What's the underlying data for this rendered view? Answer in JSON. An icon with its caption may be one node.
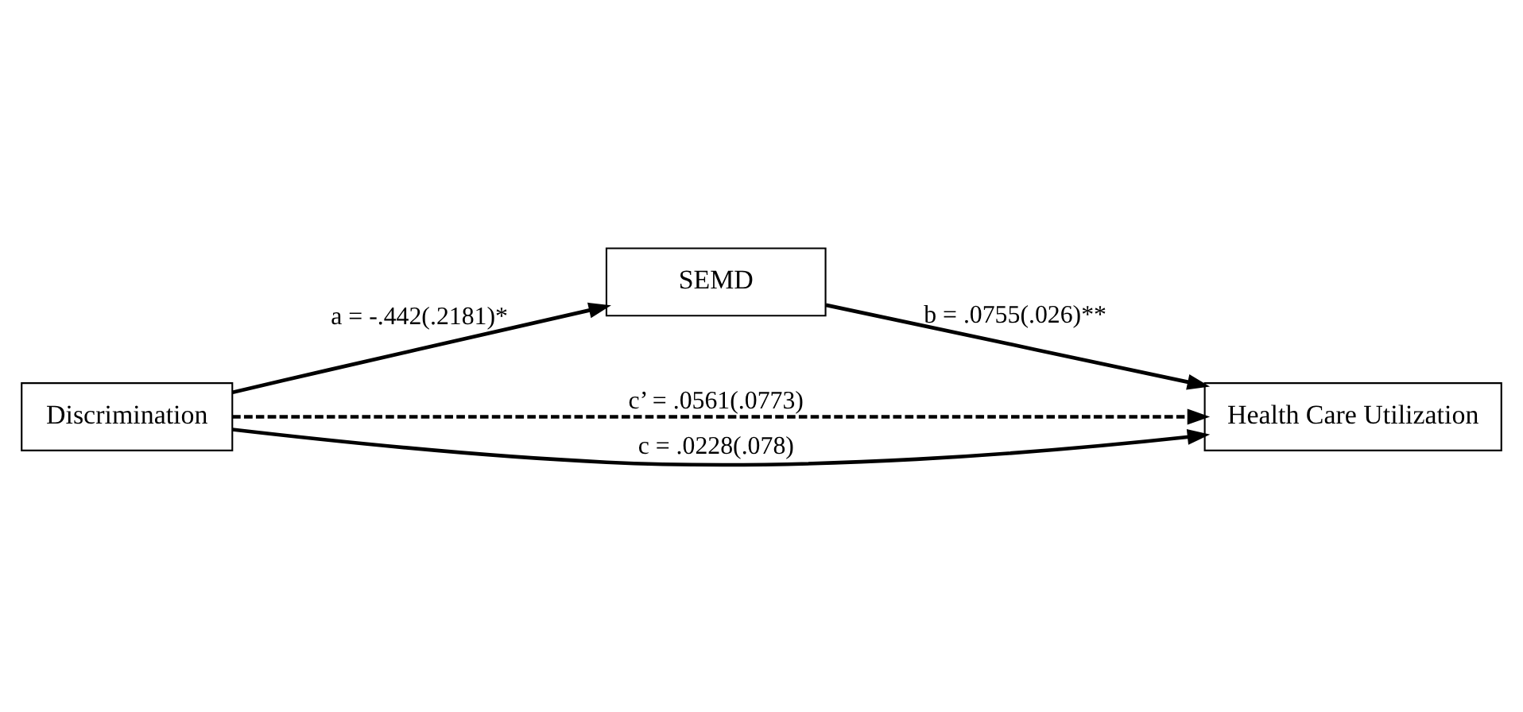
{
  "diagram": {
    "nodes": [
      {
        "text": [
          "SEMD"
        ]
      },
      {
        "text": [
          "Discrimination"
        ]
      },
      {
        "text": [
          "Health Care Utilization"
        ]
      }
    ],
    "edges": [
      {
        "from": 1,
        "to": 0,
        "arrow": "to",
        "label": "a = -.442(.2181)*"
      },
      {
        "from": 0,
        "to": 2,
        "arrow": "to",
        "label": "b = .0755(.026)**"
      },
      {
        "from": 1,
        "to": 2,
        "arrow": "to",
        "label": "c’ = .0561(.0773)",
        "style": "dashed"
      },
      {
        "from": 1,
        "to": 2,
        "arrow": "to",
        "label": "c = .0228(.078)"
      }
    ]
  }
}
